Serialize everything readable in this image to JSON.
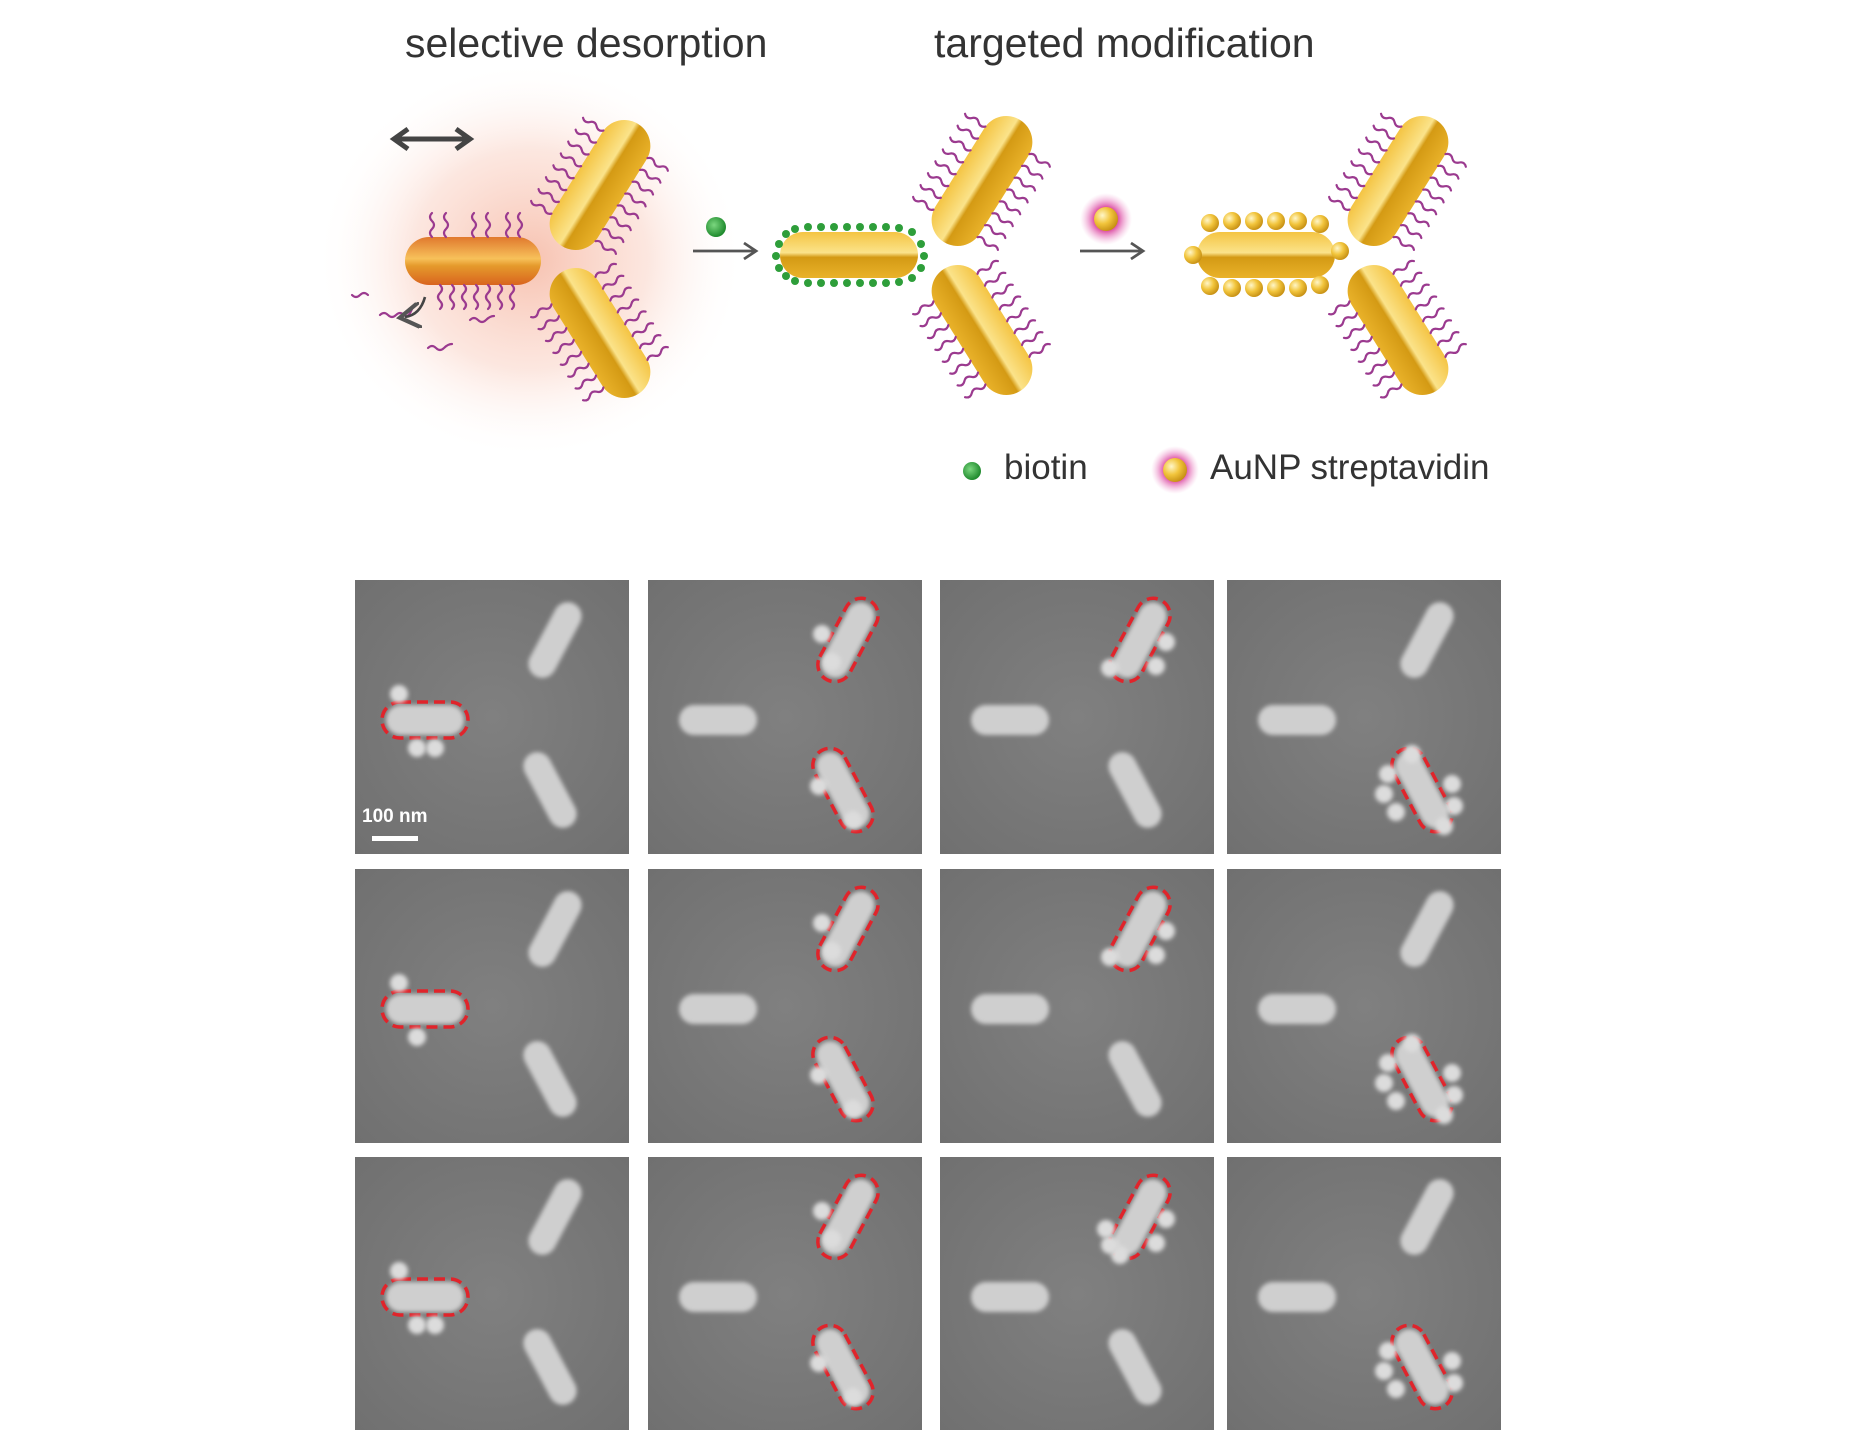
{
  "titles": {
    "left": "selective desorption",
    "right": "targeted modification"
  },
  "legend": {
    "biotin": "biotin",
    "aunp": "AuNP streptavidin"
  },
  "scale_bar": {
    "label": "100 nm"
  },
  "colors": {
    "gold": "#e8b526",
    "ligand": "#9b3a8f",
    "biotin": "#2e9e3a",
    "highlight": "#e0242b",
    "sem_bg": "#7b7b7b",
    "glow": "#f7c4b4"
  },
  "sem_panels": {
    "rows": 3,
    "columns": 4
  }
}
